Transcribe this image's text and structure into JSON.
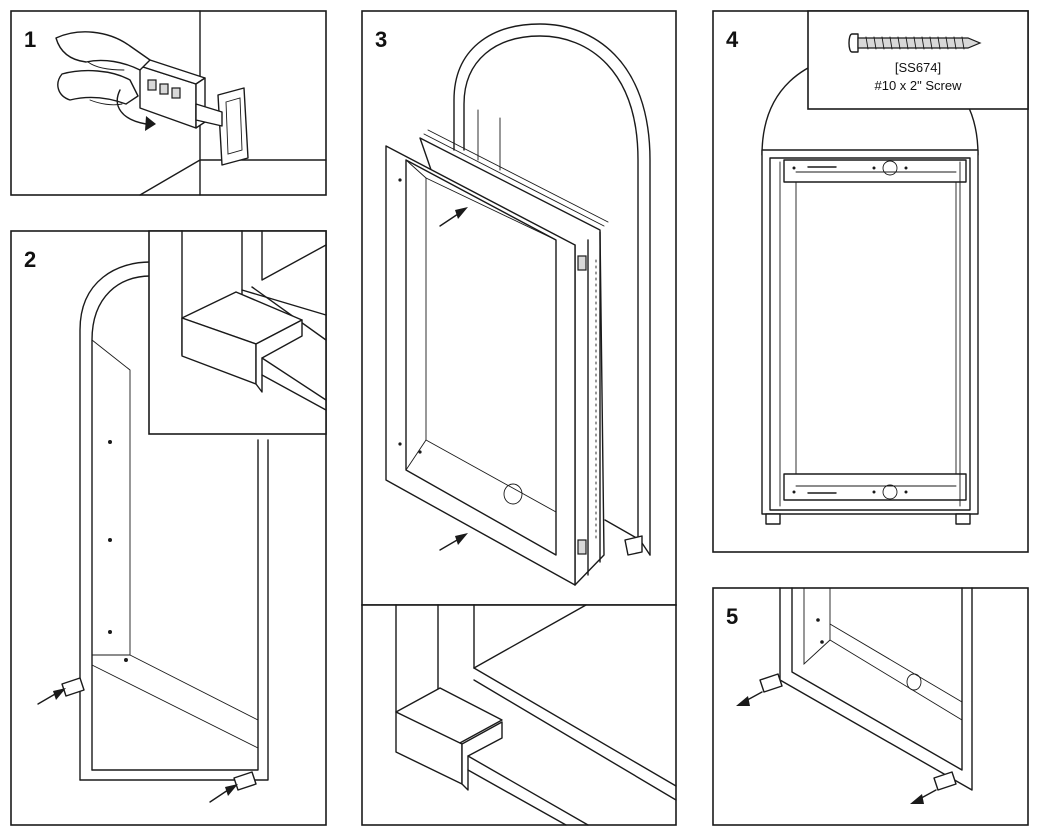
{
  "steps": [
    {
      "id": "step-1",
      "number": "1"
    },
    {
      "id": "step-2",
      "number": "2"
    },
    {
      "id": "step-3",
      "number": "3"
    },
    {
      "id": "step-4",
      "number": "4"
    },
    {
      "id": "step-5",
      "number": "5"
    }
  ],
  "screw_callout": {
    "part_number": "[SS674]",
    "description": "#10 x 2\" Screw"
  }
}
